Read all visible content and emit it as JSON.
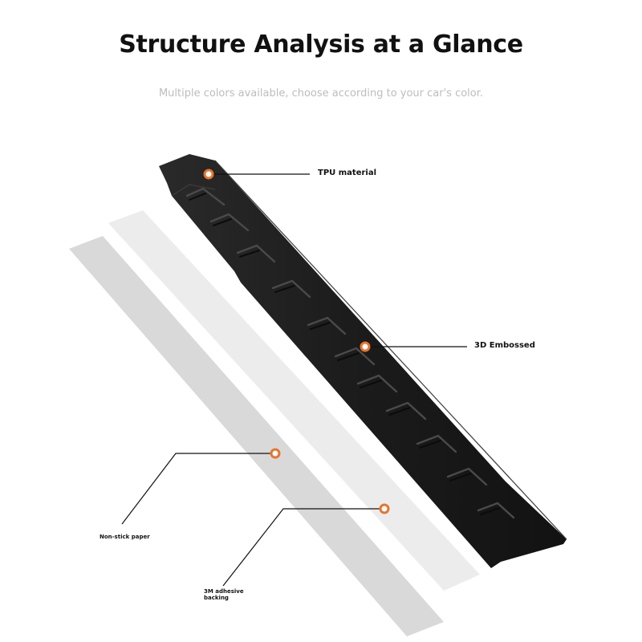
{
  "header": {
    "title": "Structure Analysis at a Glance",
    "subtitle": "Multiple colors available, choose according to your car's color."
  },
  "callouts": {
    "tpu": "TPU material",
    "embossed": "3D Embossed",
    "nonstick": "Non-stick paper",
    "adhesive_line1": "3M adhesive",
    "adhesive_line2": "backing"
  },
  "colors": {
    "accent": "#e8742c",
    "strip": "#1c1c1c",
    "paper_grey": "#d9d9d9",
    "backing_light": "#ececec"
  }
}
